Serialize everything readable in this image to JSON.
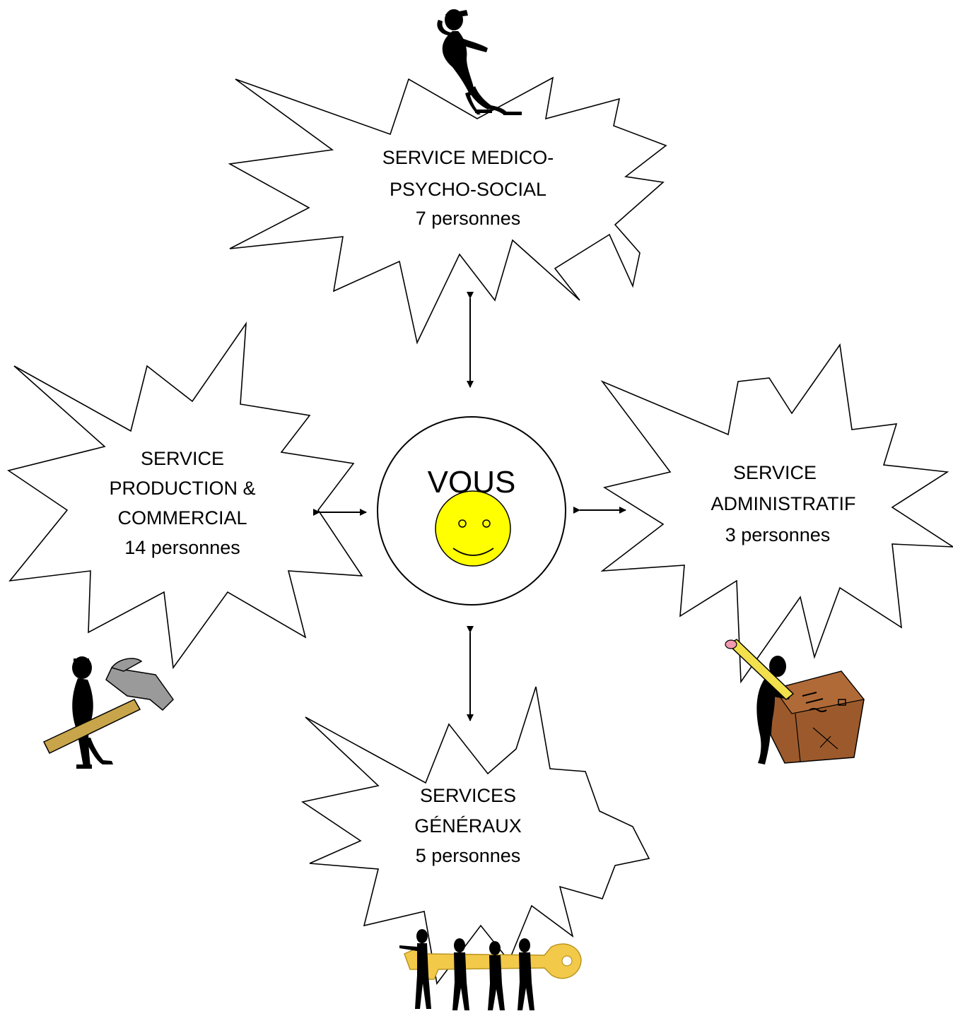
{
  "center": {
    "label": "VOUS",
    "icon": "smiley-face-icon",
    "face_color": "#ffff00"
  },
  "services": {
    "top": {
      "lines": [
        "SERVICE MEDICO-",
        "PSYCHO-SOCIAL",
        "7 personnes"
      ],
      "icon": "listening-person-icon"
    },
    "left": {
      "lines": [
        "SERVICE",
        "PRODUCTION &",
        "COMMERCIAL",
        "14 personnes"
      ],
      "icon": "person-with-hammer-icon"
    },
    "right": {
      "lines": [
        "SERVICE",
        "ADMINISTRATIF",
        "3 personnes"
      ],
      "icon": "person-writing-with-pencil-icon"
    },
    "bottom": {
      "lines": [
        "SERVICES",
        "GÉNÉRAUX",
        "5 personnes"
      ],
      "icon": "people-carrying-key-icon"
    }
  },
  "colors": {
    "hammer_handle": "#c8a44a",
    "hammer_head": "#9a9a9a",
    "box": "#9c5a2c",
    "pencil": "#f2e14c",
    "key": "#f3c94a"
  }
}
